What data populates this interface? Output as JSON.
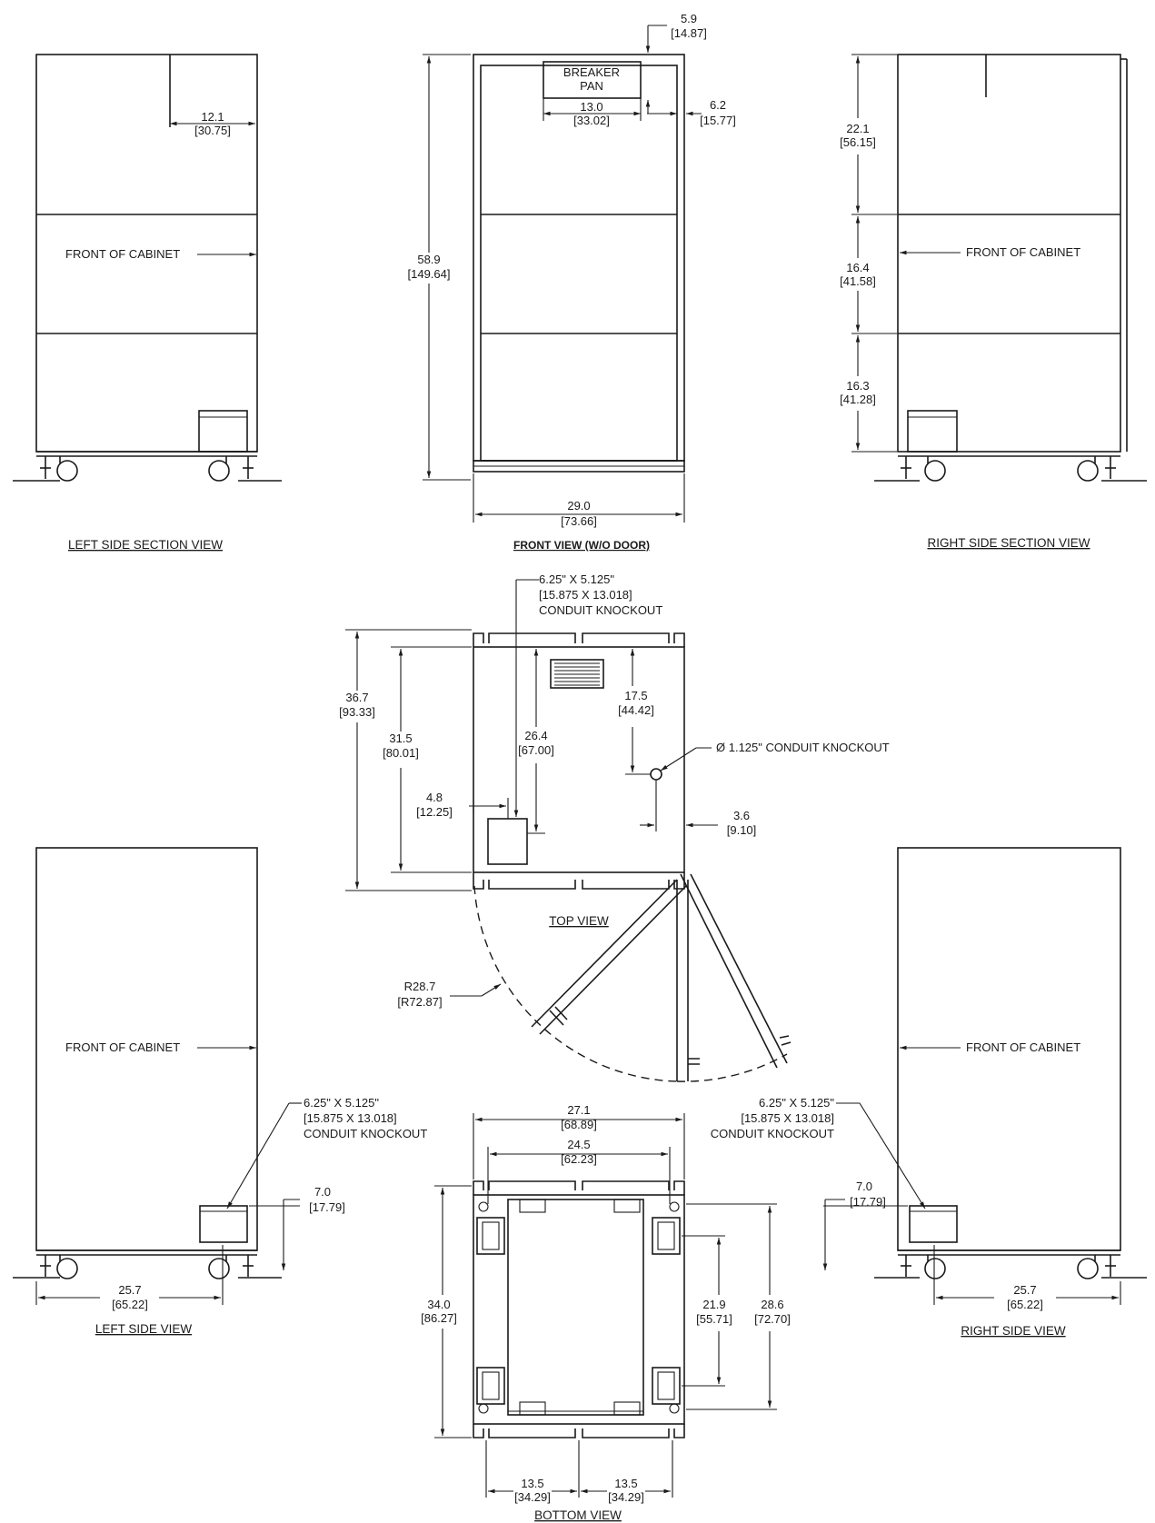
{
  "views": {
    "left_side_section": "LEFT SIDE SECTION VIEW",
    "front": "FRONT VIEW (W/O DOOR)",
    "right_side_section": "RIGHT SIDE SECTION VIEW",
    "top": "TOP VIEW",
    "left_side": "LEFT SIDE VIEW",
    "right_side": "RIGHT SIDE VIEW",
    "bottom": "BOTTOM VIEW"
  },
  "labels": {
    "front_of_cabinet": "FRONT OF CABINET",
    "breaker_pan": [
      "BREAKER",
      "PAN"
    ],
    "conduit_rect": [
      "6.25\" X 5.125\"",
      "[15.875 X 13.018]",
      "CONDUIT KNOCKOUT"
    ],
    "conduit_round": "Ø 1.125\" CONDUIT KNOCKOUT"
  },
  "dimensions": {
    "lss_width": [
      "12.1",
      "[30.75]"
    ],
    "fv_top": [
      "5.9",
      "[14.87]"
    ],
    "fv_breaker_w": [
      "13.0",
      "[33.02]"
    ],
    "fv_side": [
      "6.2",
      "[15.77]"
    ],
    "fv_height": [
      "58.9",
      "[149.64]"
    ],
    "fv_width": [
      "29.0",
      "[73.66]"
    ],
    "rss_top": [
      "22.1",
      "[56.15]"
    ],
    "rss_mid": [
      "16.4",
      "[41.58]"
    ],
    "rss_bot": [
      "16.3",
      "[41.28]"
    ],
    "tv_depth_total": [
      "36.7",
      "[93.33]"
    ],
    "tv_depth": [
      "31.5",
      "[80.01]"
    ],
    "tv_knock_y": [
      "26.4",
      "[67.00]"
    ],
    "tv_round_y": [
      "17.5",
      "[44.42]"
    ],
    "tv_knock_x": [
      "4.8",
      "[12.25]"
    ],
    "tv_round_x": [
      "3.6",
      "[9.10]"
    ],
    "tv_radius": [
      "R28.7",
      "[R72.87]"
    ],
    "ls_height": [
      "7.0",
      "[17.79]"
    ],
    "ls_width": [
      "25.7",
      "[65.22]"
    ],
    "rs_height": [
      "7.0",
      "[17.79]"
    ],
    "rs_width": [
      "25.7",
      "[65.22]"
    ],
    "bv_outer": [
      "27.1",
      "[68.89]"
    ],
    "bv_inner": [
      "24.5",
      "[62.23]"
    ],
    "bv_depth": [
      "34.0",
      "[86.27]"
    ],
    "bv_caster_y": [
      "21.9",
      "[55.71]"
    ],
    "bv_frame_y": [
      "28.6",
      "[72.70]"
    ],
    "bv_half_left": [
      "13.5",
      "[34.29]"
    ],
    "bv_half_right": [
      "13.5",
      "[34.29]"
    ]
  }
}
